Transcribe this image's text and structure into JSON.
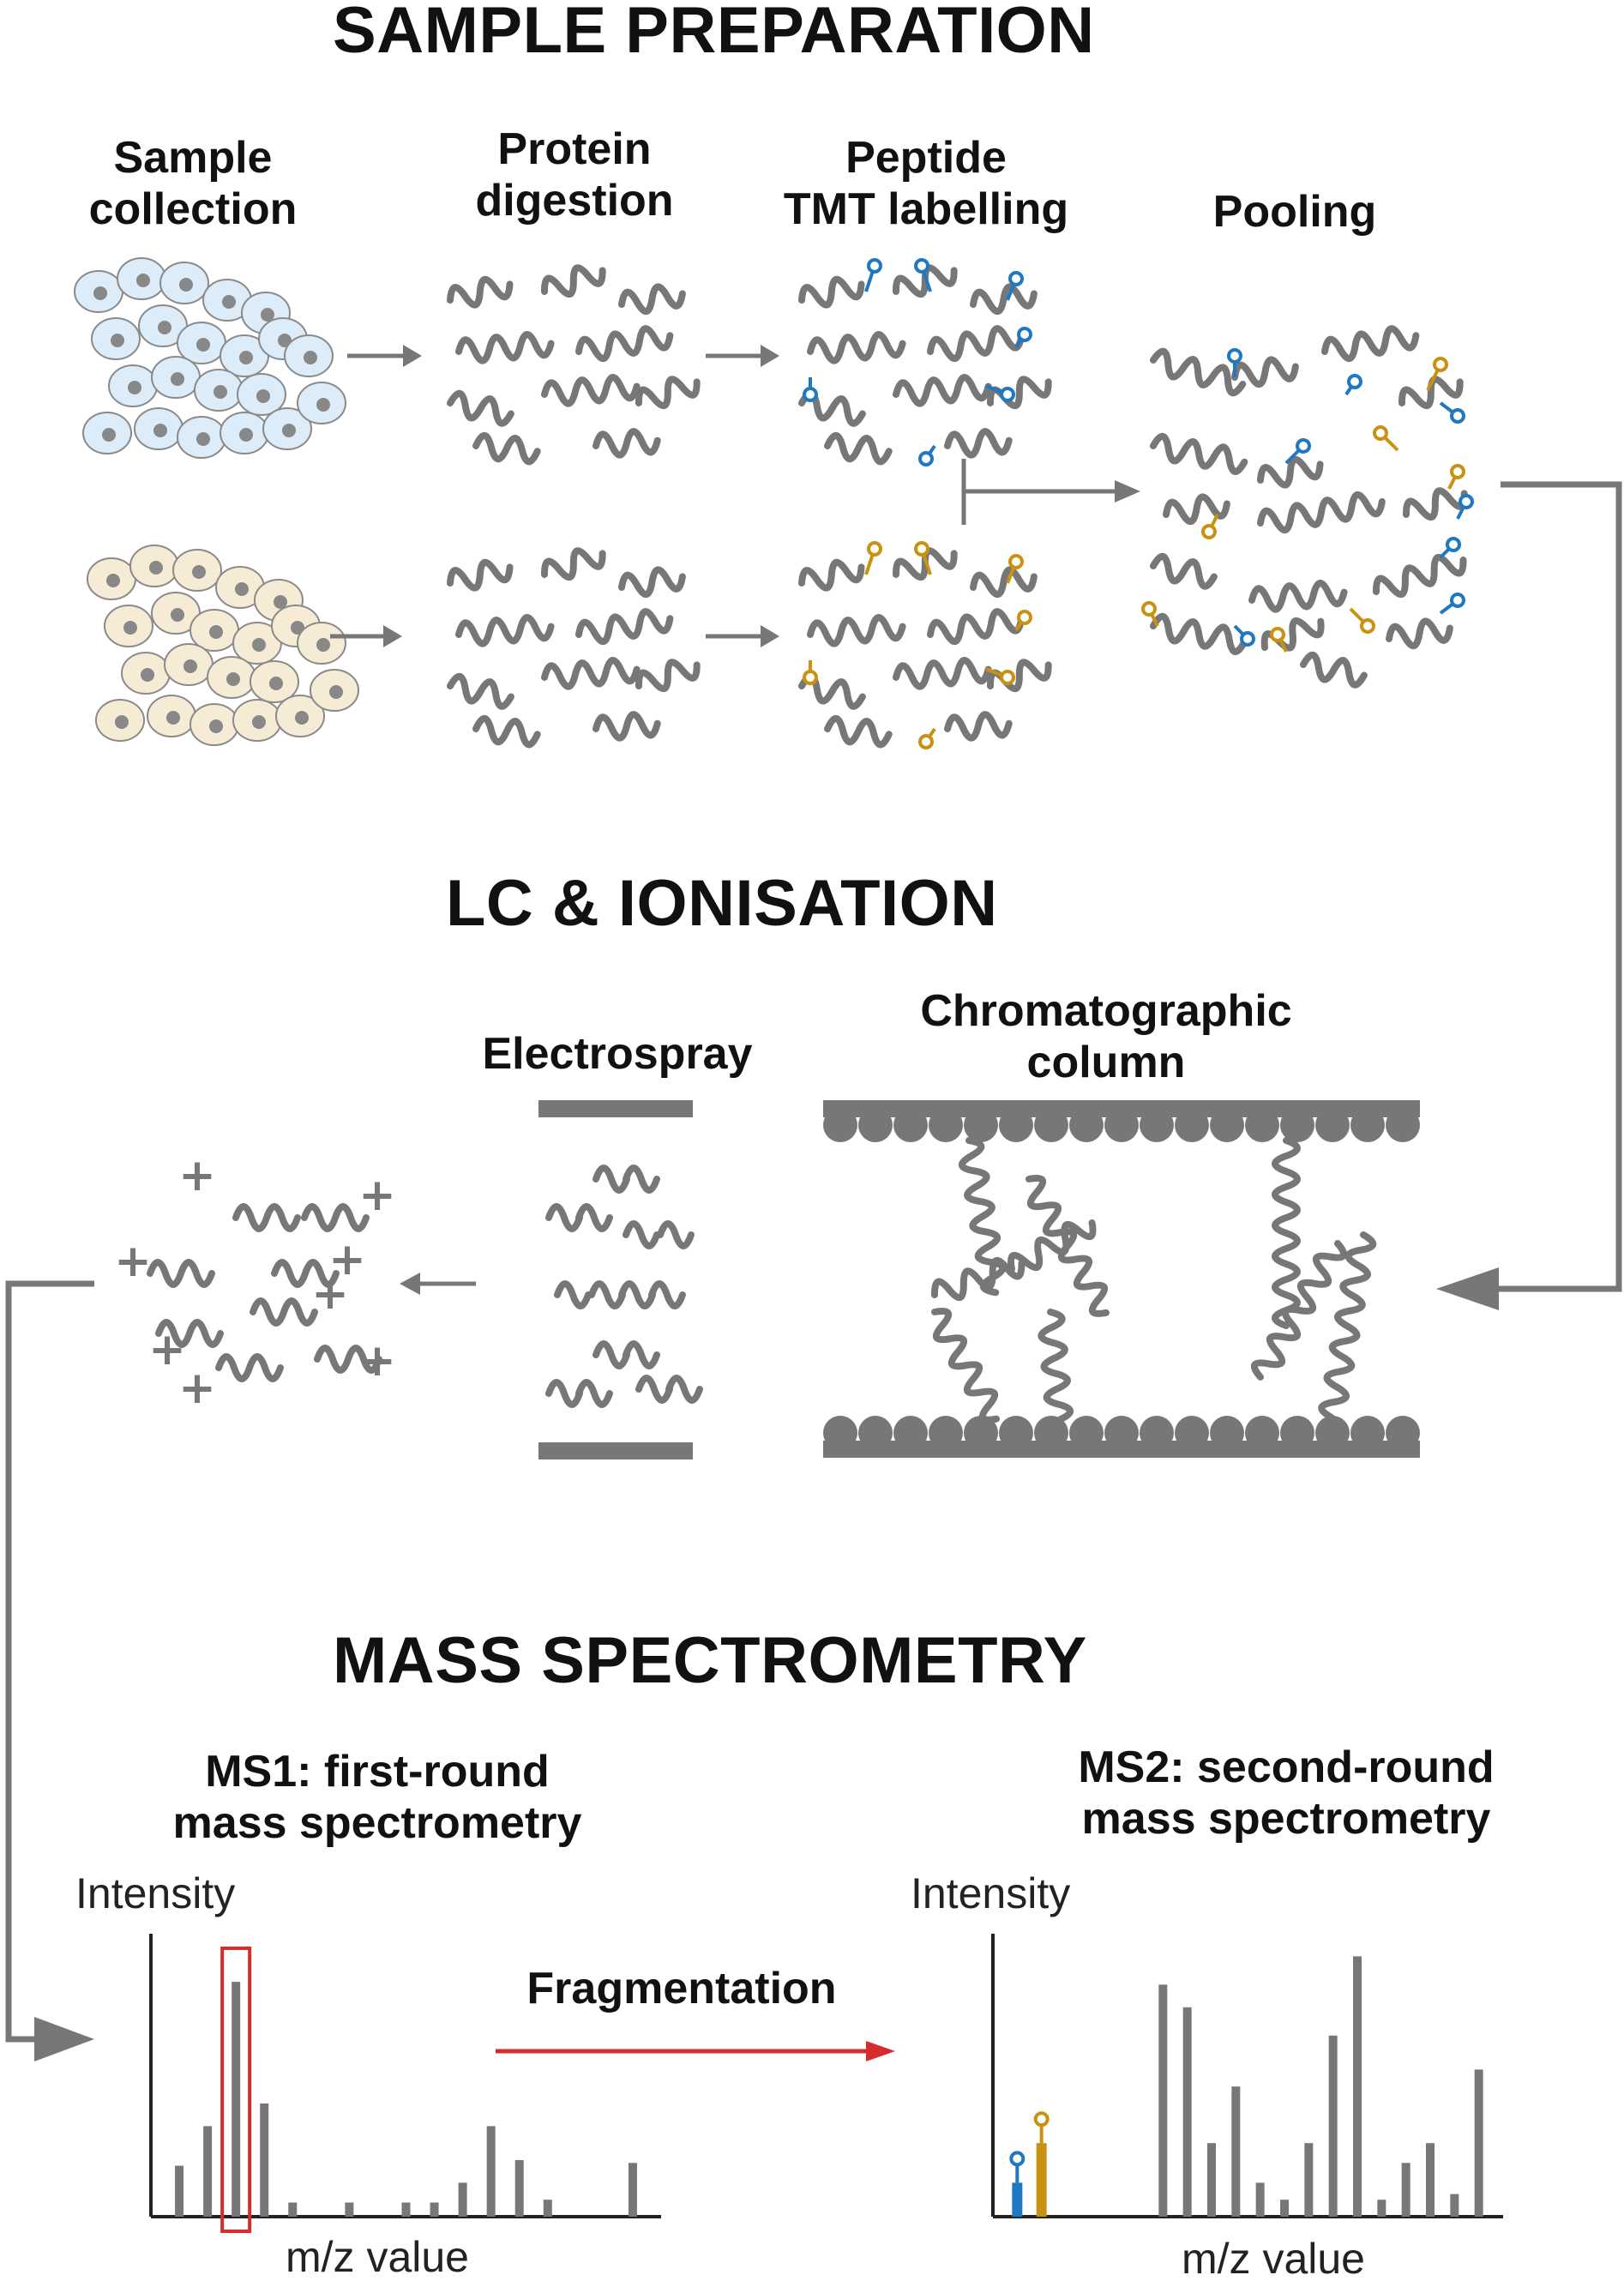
{
  "sections": {
    "sample_prep": "SAMPLE PREPARATION",
    "lc": "LC & IONISATION",
    "ms": "MASS SPECTROMETRY"
  },
  "steps": {
    "sample_collection": "Sample\ncollection",
    "protein_digestion": "Protein\ndigestion",
    "tmt_labelling": "Peptide\nTMT labelling",
    "pooling": "Pooling",
    "electrospray": "Electrospray",
    "chromatographic_column": "Chromatographic\ncolumn",
    "ms1": "MS1: first-round\nmass spectrometry",
    "ms2": "MS2: second-round\nmass spectrometry",
    "fragmentation": "Fragmentation"
  },
  "axes": {
    "ms1_ylabel": "Intensity",
    "ms1_xlabel": "m/z value",
    "ms2_ylabel": "Intensity",
    "ms2_xlabel": "m/z value"
  },
  "colors": {
    "gray": "#777777",
    "blue_tag": "#1f78c1",
    "gold_tag": "#c99212",
    "cell_blue": "#dcecf8",
    "cell_cream": "#f6ecd6",
    "highlight_red": "#d62c2c"
  },
  "chart_data": [
    {
      "type": "bar",
      "title": "MS1: first-round\nmass spectrometry",
      "xlabel": "m/z value",
      "ylabel": "Intensity",
      "ylim": [
        0,
        100
      ],
      "values": [
        18,
        32,
        83,
        40,
        5,
        5,
        5,
        5,
        12,
        32,
        20,
        6,
        19
      ],
      "x": [
        1,
        2,
        3,
        4,
        5,
        7,
        9,
        10,
        11,
        12,
        13,
        14,
        17
      ],
      "highlighted_index": 2
    },
    {
      "type": "bar",
      "title": "MS2: second-round\nmass spectrometry",
      "xlabel": "m/z value",
      "ylabel": "Intensity",
      "ylim": [
        0,
        100
      ],
      "reporter_ions": [
        {
          "x": 1,
          "value": 12,
          "tag": "blue"
        },
        {
          "x": 2,
          "value": 26,
          "tag": "gold"
        }
      ],
      "x": [
        7,
        8,
        9,
        10,
        11,
        12,
        13,
        14,
        15,
        16,
        17,
        18,
        19,
        20
      ],
      "values": [
        82,
        74,
        26,
        46,
        12,
        6,
        26,
        64,
        92,
        6,
        19,
        26,
        8,
        52
      ]
    }
  ]
}
